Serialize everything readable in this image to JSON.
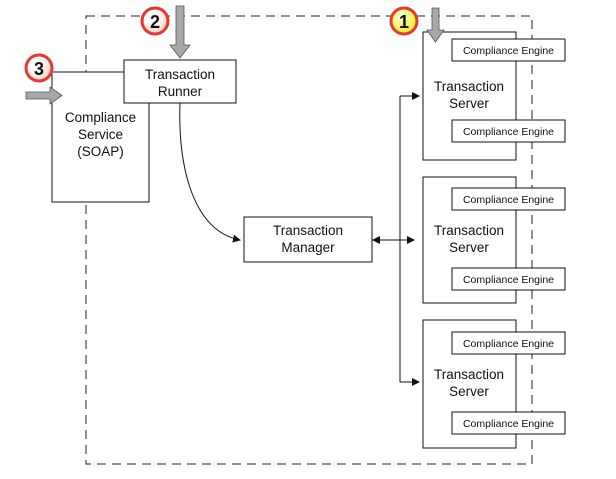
{
  "badges": {
    "b1": "1",
    "b2": "2",
    "b3": "3"
  },
  "colors": {
    "badge_red": "#e23a2e",
    "badge_yellow": "#f3ef1a",
    "entry_arrow": "#a8a8a8"
  },
  "compliance_service": {
    "line1": "Compliance",
    "line2": "Service",
    "line3": "(SOAP)"
  },
  "transaction_runner": {
    "line1": "Transaction",
    "line2": "Runner"
  },
  "transaction_manager": {
    "line1": "Transaction",
    "line2": "Manager"
  },
  "servers": [
    {
      "line1": "Transaction",
      "line2": "Server",
      "engine_top": "Compliance Engine",
      "engine_bottom": "Compliance Engine"
    },
    {
      "line1": "Transaction",
      "line2": "Server",
      "engine_top": "Compliance Engine",
      "engine_bottom": "Compliance Engine"
    },
    {
      "line1": "Transaction",
      "line2": "Server",
      "engine_top": "Compliance Engine",
      "engine_bottom": "Compliance Engine"
    }
  ]
}
